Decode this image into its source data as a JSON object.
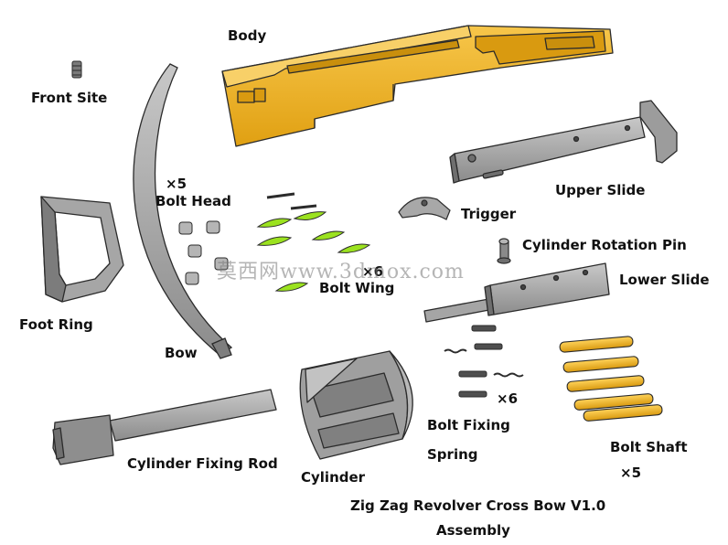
{
  "labels": {
    "body": "Body",
    "front_site": "Front Site",
    "bolt_head_count": "×5",
    "bolt_head": "Bolt Head",
    "upper_slide": "Upper Slide",
    "trigger": "Trigger",
    "cylinder_rotation_pin": "Cylinder Rotation Pin",
    "bolt_wing_count": "×6",
    "bolt_wing": "Bolt Wing",
    "lower_slide": "Lower Slide",
    "foot_ring": "Foot Ring",
    "bow": "Bow",
    "spring_count": "×6",
    "bolt_fixing": "Bolt Fixing",
    "spring": "Spring",
    "bolt_shaft": "Bolt Shaft",
    "bolt_shaft_count": "×5",
    "cylinder_fixing_rod": "Cylinder Fixing Rod",
    "cylinder": "Cylinder",
    "title_line1": "Zig Zag Revolver Cross Bow V1.0",
    "title_line2": "Assembly"
  },
  "watermark": "莫西网www.3dmox.com",
  "colors": {
    "body_part": "#f0b020",
    "gray_part": "#9a9a9a",
    "dark_part": "#555555",
    "bolt_wing": "#9be21f",
    "bolt_shaft": "#f2b11c",
    "outline": "#2b2b2b"
  }
}
